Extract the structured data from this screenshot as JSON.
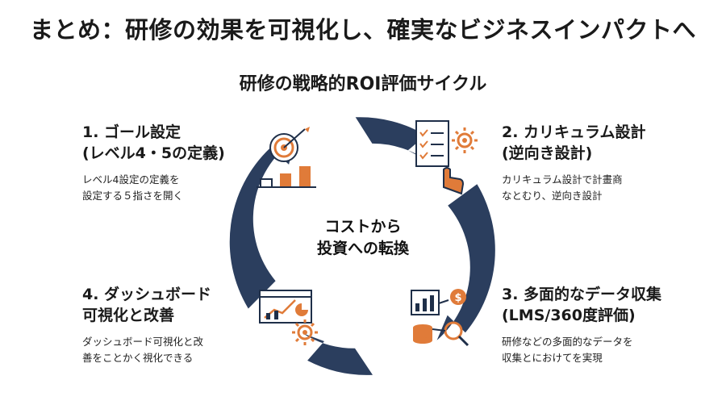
{
  "title": "まとめ：研修の効果を可視化し、確実なビジネスインパクトへ",
  "subtitle": "研修の戦略的ROI評価サイクル",
  "center": {
    "line1": "コストから",
    "line2": "投資への転換"
  },
  "steps": [
    {
      "head1": "1. ゴール設定",
      "head2": "(レベル4・5の定義)",
      "desc1": "レベル4設定の定義を",
      "desc2": "設定する５指さを開く",
      "icon": "target-chart-icon"
    },
    {
      "head1": "2. カリキュラム設計",
      "head2": "(逆向き設計)",
      "desc1": "カリキュラム設計で計畫商",
      "desc2": "なとむり、逆向き設計",
      "icon": "checklist-gear-icon"
    },
    {
      "head1": "3. 多面的なデータ収集",
      "head2": "(LMS/360度評価)",
      "desc1": "研修などの多面的なデータを",
      "desc2": "収集とにおけてを実現",
      "icon": "data-analytics-icon"
    },
    {
      "head1": "4. ダッシュボード",
      "head2": "可視化と改善",
      "desc1": "ダッシュボード可視化と改",
      "desc2": "善をことかく視化できる",
      "icon": "dashboard-gear-icon"
    }
  ],
  "colors": {
    "ring": "#2b3e5e",
    "accent": "#e07b39",
    "dark": "#1f2f49",
    "text": "#1a1a1a"
  }
}
